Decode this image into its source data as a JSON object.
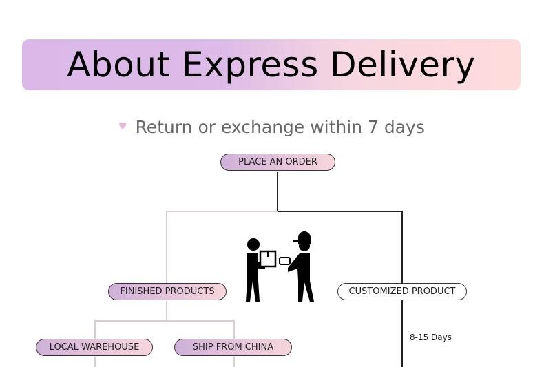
{
  "header": {
    "title": "About Express Delivery"
  },
  "subtitle": {
    "icon": "heart-icon",
    "text": "Return or exchange within 7 days"
  },
  "flow": {
    "root": "PLACE AN ORDER",
    "finished": "FINISHED PRODUCTS",
    "customized": "CUSTOMIZED PRODUCT",
    "local": "LOCAL WAREHOUSE",
    "china": "SHIP FROM CHINA",
    "customized_time": "8-15 Days"
  },
  "colors": {
    "gradient_start": "#dbb8e8",
    "gradient_end": "#ffdcdc"
  }
}
